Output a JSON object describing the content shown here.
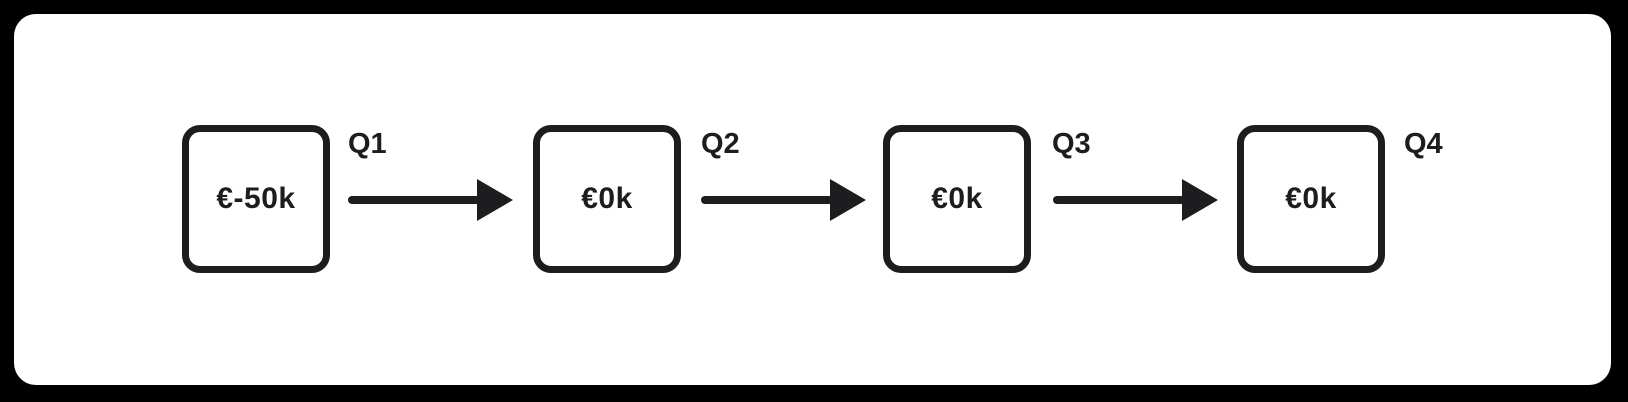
{
  "canvas": {
    "background_color": "#000000",
    "card_background_color": "#ffffff",
    "stroke_color": "#1d1d1f"
  },
  "diagram": {
    "type": "flow",
    "description": "quarterly-cashflow-sequence",
    "nodes": [
      {
        "label": "Q1",
        "value": "€-50k"
      },
      {
        "label": "Q2",
        "value": "€0k"
      },
      {
        "label": "Q3",
        "value": "€0k"
      },
      {
        "label": "Q4",
        "value": "€0k"
      }
    ],
    "connections": [
      {
        "from": "Q1",
        "to": "Q2"
      },
      {
        "from": "Q2",
        "to": "Q3"
      },
      {
        "from": "Q3",
        "to": "Q4"
      }
    ]
  }
}
